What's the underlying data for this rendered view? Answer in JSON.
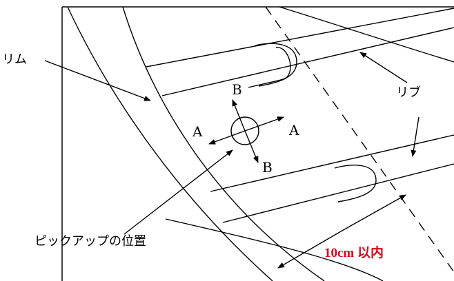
{
  "labels": {
    "rim": "リム",
    "rib": "リブ",
    "pickup_position": "ピックアップの位置",
    "a_left": "A",
    "a_right": "A",
    "b_top": "B",
    "b_bottom": "B",
    "distance": "10cm 以内"
  },
  "colors": {
    "line": "#000000",
    "distance_text": "#e0001a"
  }
}
